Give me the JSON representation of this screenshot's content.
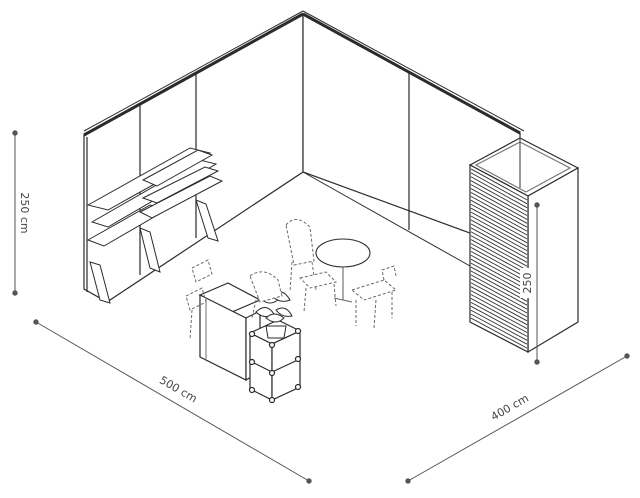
{
  "dimensions": {
    "height_wall": "250 cm",
    "width_front": "500 cm",
    "depth_side": "400 cm",
    "cabinet_height": "250"
  },
  "colors": {
    "line": "#2b2b2b",
    "light_line": "#8a8a8a",
    "dim_line": "#555555",
    "fill": "#ffffff"
  }
}
